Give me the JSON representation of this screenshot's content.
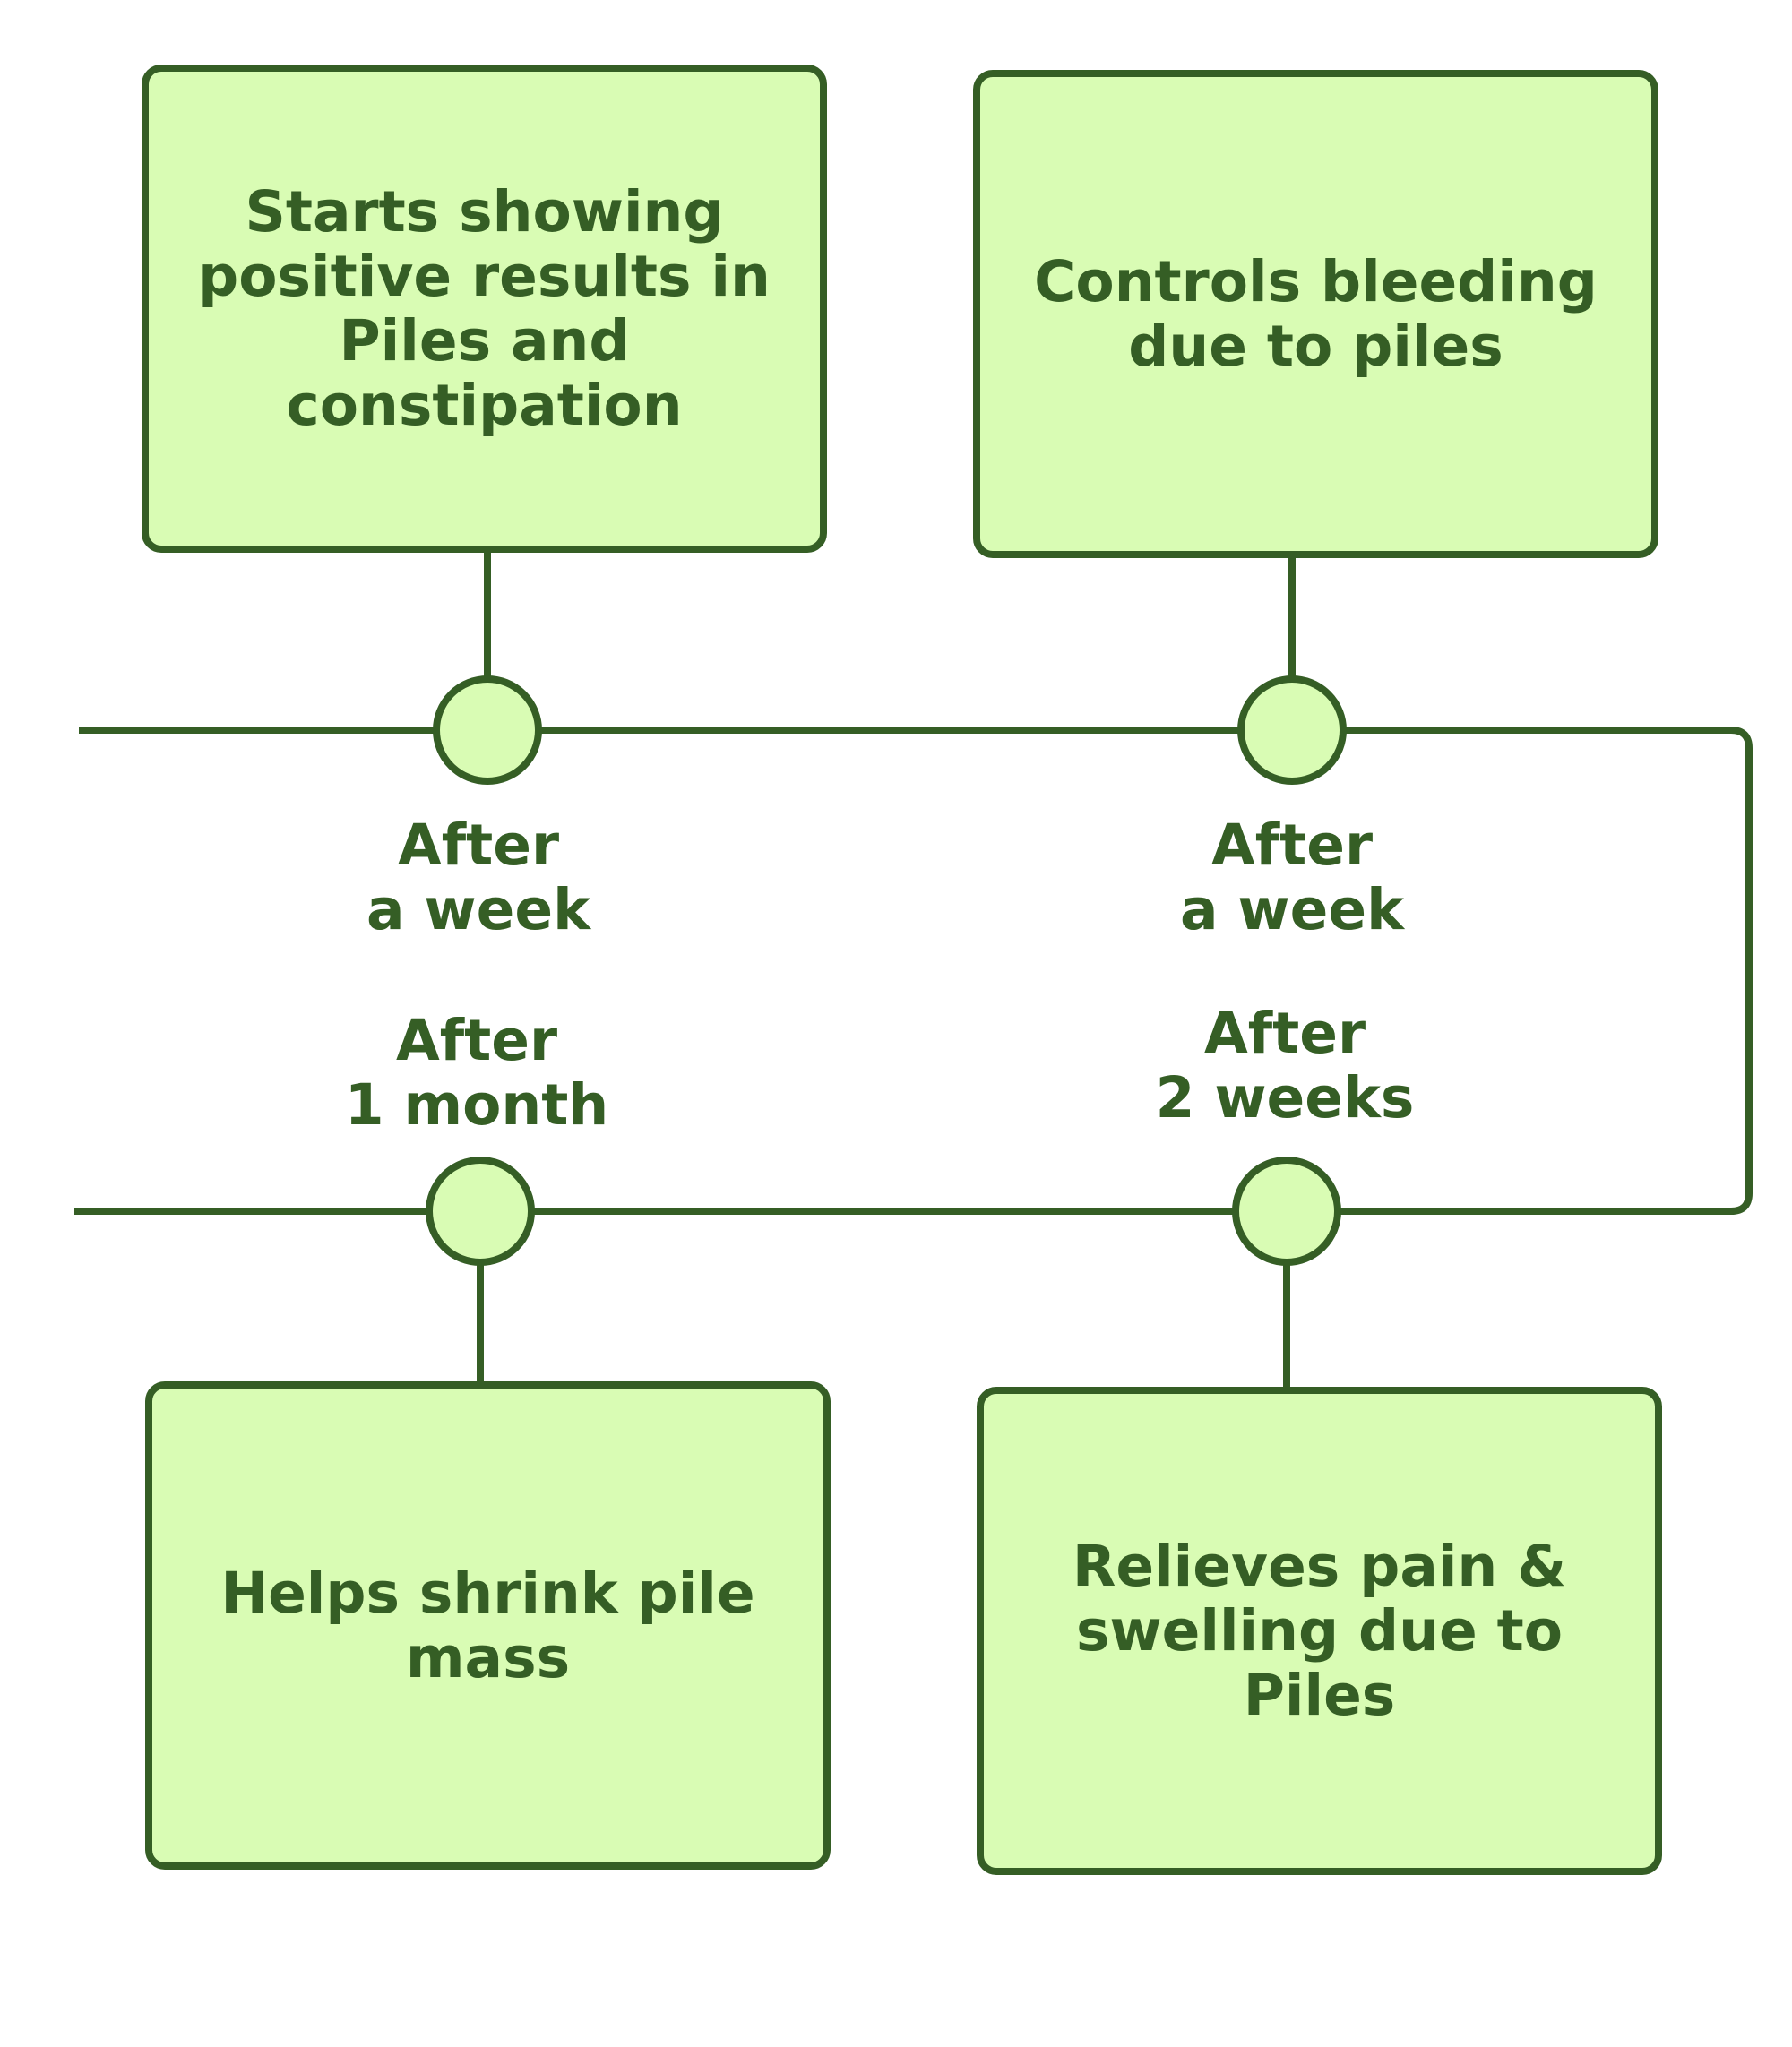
{
  "colors": {
    "stroke": "#355e25",
    "fill": "#d9fcb4",
    "background": "#ffffff"
  },
  "milestones": [
    {
      "time": "After\na week",
      "text": "Starts showing\npositive results in\nPiles and\nconstipation"
    },
    {
      "time": "After\na week",
      "text": "Controls bleeding\ndue to piles"
    },
    {
      "time": "After\n2 weeks",
      "text": "Relieves pain &\nswelling due to Piles"
    },
    {
      "time": "After\n1 month",
      "text": "Helps shrink pile\nmass"
    }
  ]
}
